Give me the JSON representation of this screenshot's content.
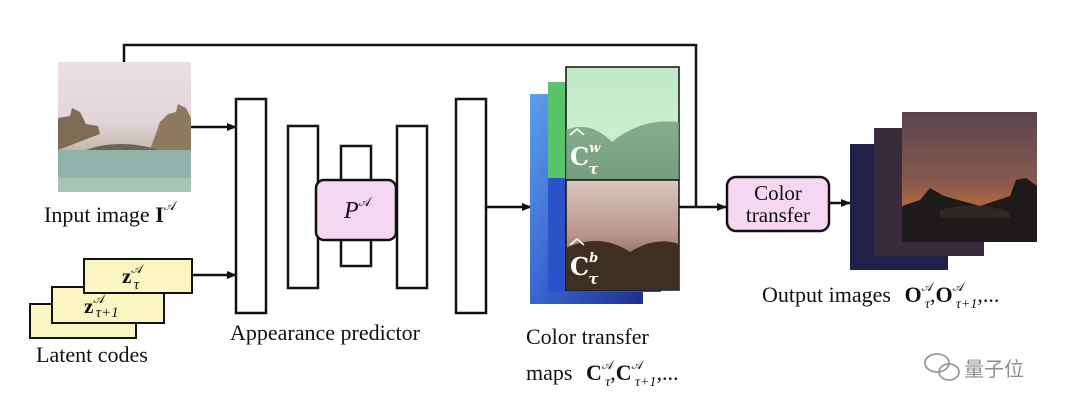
{
  "diagram": {
    "input_label_text": "Input image ",
    "input_label_sym": "I",
    "input_label_sup": "𝒜",
    "latent_codes_label": "Latent codes",
    "latent_code_1": {
      "base": "z",
      "sup": "𝒜",
      "sub": "τ"
    },
    "latent_code_2": {
      "base": "z",
      "sup": "𝒜",
      "sub": "τ+1"
    },
    "predictor_label": "Appearance predictor",
    "predictor_block": {
      "base": "P",
      "sup": "𝒜"
    },
    "color_transfer_box": [
      "Color",
      "transfer"
    ],
    "maps_label_line1": "Color transfer",
    "maps_label_line2": "maps",
    "maps_sym": {
      "base": "C",
      "sup": "𝒜",
      "sub1": "τ",
      "sub2": "τ+1",
      "tail": ",..."
    },
    "map_w": {
      "base": "C",
      "sup": "w",
      "sub": "τ"
    },
    "map_b": {
      "base": "C",
      "sup": "b",
      "sub": "τ"
    },
    "output_label": "Output images",
    "output_sym": {
      "base": "O",
      "sup": "𝒜",
      "sub1": "τ",
      "sub2": "τ+1",
      "tail": ",..."
    },
    "watermark": "量子位"
  },
  "colors": {
    "latent_fill": "#faf5c1",
    "predictor_fill": "#f5d7f2",
    "stroke": "#111111"
  }
}
